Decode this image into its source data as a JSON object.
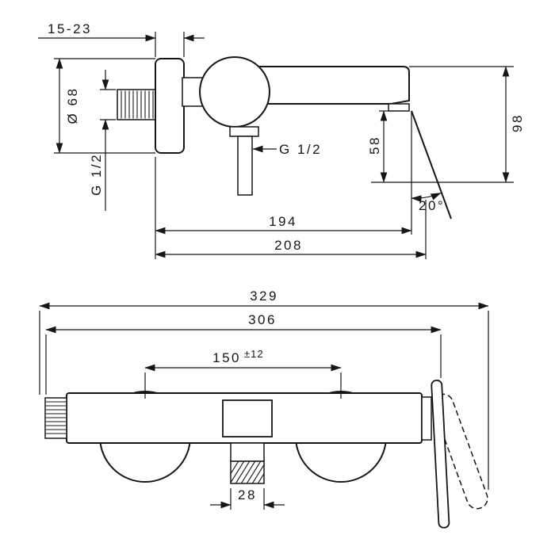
{
  "side_view": {
    "wall_depth_range": "15-23",
    "escutcheon_diameter": "Ø 68",
    "inlet_thread": "G 1/2",
    "hose_outlet_thread": "G 1/2",
    "outlet_height": "58",
    "total_height": "98",
    "lever_angle": "20°",
    "spout_reach": "194",
    "total_projection": "208"
  },
  "front_view": {
    "overall_width": "329",
    "body_width": "306",
    "connection_spacing": "150",
    "connection_tolerance": "±12",
    "outlet_width": "28"
  }
}
